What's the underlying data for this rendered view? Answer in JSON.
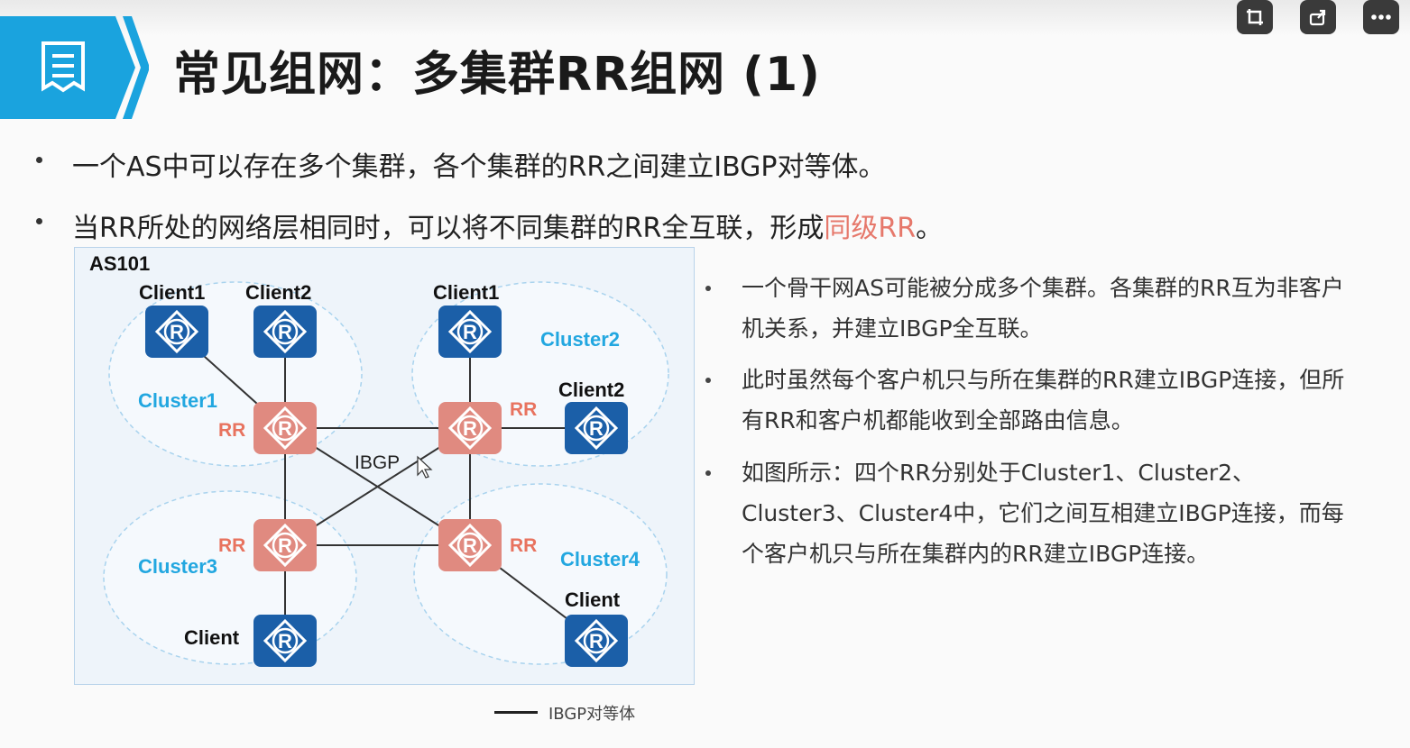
{
  "title": "常见组网：多集群RR组网 (1)",
  "bullets": [
    "一个AS中可以存在多个集群，各个集群的RR之间建立IBGP对等体。",
    "当RR所处的网络层相同时，可以将不同集群的RR全互联，形成",
    "同级RR",
    "。"
  ],
  "diagram": {
    "as_label": "AS101",
    "clusters": [
      "Cluster1",
      "Cluster2",
      "Cluster3",
      "Cluster4"
    ],
    "clients": [
      "Client1",
      "Client2",
      "Client1",
      "Client2",
      "Client",
      "Client"
    ],
    "rr_label": "RR",
    "link_label": "IBGP",
    "router_glyph": "R"
  },
  "legend": "IBGP对等体",
  "right_bullets": [
    "一个骨干网AS可能被分成多个集群。各集群的RR互为非客户机关系，并建立IBGP全互联。",
    "此时虽然每个客户机只与所在集群的RR建立IBGP连接，但所有RR和客户机都能收到全部路由信息。",
    "如图所示：四个RR分别处于Cluster1、Cluster2、Cluster3、Cluster4中，它们之间互相建立IBGP连接，而每个客户机只与所在集群内的RR建立IBGP连接。"
  ],
  "colors": {
    "banner": "#1aa3de",
    "client_router": "#1b5fa8",
    "rr_router": "#e08a80",
    "cluster_label": "#22a7e0",
    "rr_label": "#e8735f",
    "highlight": "#e6786b"
  },
  "icons": {
    "banner_icon": "document-list-icon",
    "toolbar": [
      "crop-icon",
      "share-icon",
      "more-icon"
    ]
  }
}
